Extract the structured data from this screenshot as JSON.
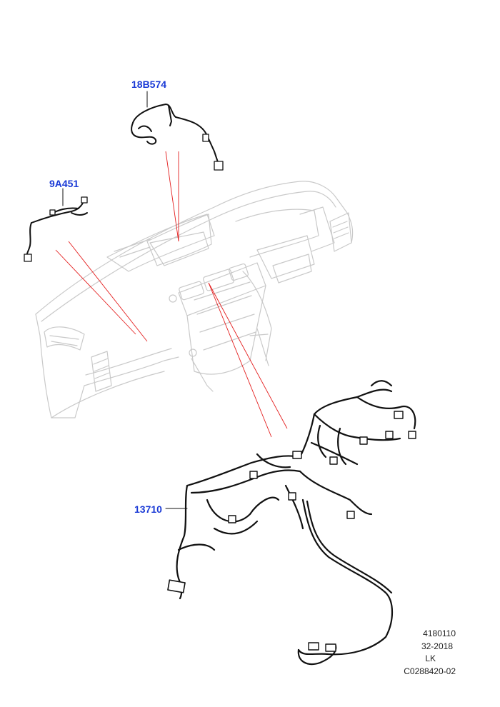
{
  "callouts": [
    {
      "id": "18B574",
      "label": "18B574"
    },
    {
      "id": "9A451",
      "label": "9A451"
    },
    {
      "id": "13710",
      "label": "13710"
    }
  ],
  "footer": {
    "line1": "4180110",
    "line2": "32-2018",
    "line3": "LK",
    "line4": "C0288420-02"
  },
  "colors": {
    "callout_text": "#1a3ad6",
    "leader_line": "#e41e1e",
    "dashboard_outline": "#c9c9c9",
    "harness": "#111111"
  }
}
